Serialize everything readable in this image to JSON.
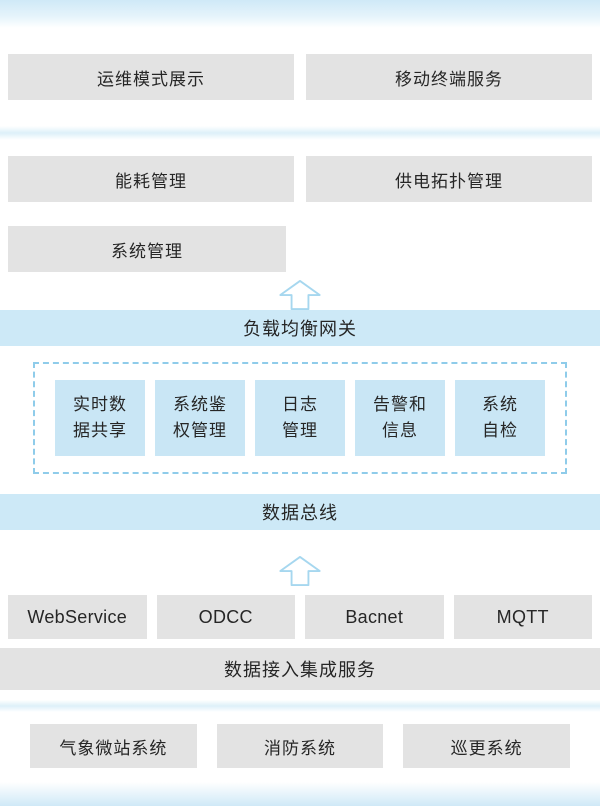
{
  "diagram": {
    "app_row_top": [
      "运维模式展示",
      "移动终端服务"
    ],
    "app_row_mid": [
      "能耗管理",
      "供电拓扑管理"
    ],
    "app_row_half": [
      "系统管理"
    ],
    "gateway_label": "负载均衡网关",
    "platform_services": [
      "实时数\n据共享",
      "系统鉴\n权管理",
      "日志\n管理",
      "告警和\n信息",
      "系统\n自检"
    ],
    "bus_label": "数据总线",
    "protocols": [
      "WebService",
      "ODCC",
      "Bacnet",
      "MQTT"
    ],
    "integration_label": "数据接入集成服务",
    "subsystems": [
      "气象微站系统",
      "消防系统",
      "巡更系统"
    ]
  },
  "icons": {
    "up_arrow": "up-arrow"
  },
  "colors": {
    "box_gray": "#e3e3e3",
    "band_blue": "#cde9f7",
    "service_box_blue": "#c9e6f5",
    "dashed_border_blue": "#8fccea",
    "arrow_outline_blue": "#a6d7ef",
    "separator_blue": "#cfe9f7",
    "text": "#262626"
  }
}
